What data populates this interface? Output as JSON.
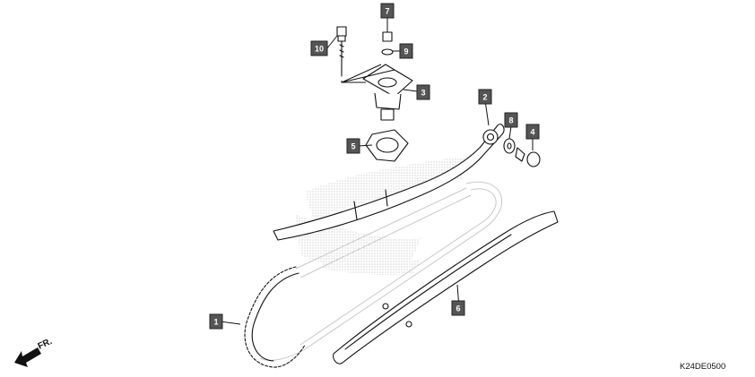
{
  "diagram_code": "K24DE0500",
  "direction_label": "FR.",
  "callouts": [
    {
      "id": "callout-1",
      "label": "1"
    },
    {
      "id": "callout-2",
      "label": "2"
    },
    {
      "id": "callout-3",
      "label": "3"
    },
    {
      "id": "callout-4",
      "label": "4"
    },
    {
      "id": "callout-5",
      "label": "5"
    },
    {
      "id": "callout-6",
      "label": "6"
    },
    {
      "id": "callout-7",
      "label": "7"
    },
    {
      "id": "callout-8",
      "label": "8"
    },
    {
      "id": "callout-9",
      "label": "9"
    },
    {
      "id": "callout-10",
      "label": "10"
    }
  ],
  "colors": {
    "line": "#111111",
    "callout_fill": "#555555",
    "watermark": "#c8c8c8"
  }
}
